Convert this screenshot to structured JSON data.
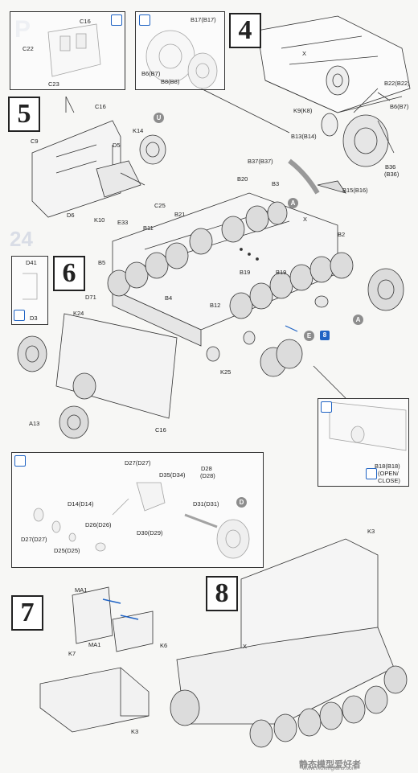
{
  "steps": [
    "4",
    "5",
    "6",
    "7",
    "8"
  ],
  "labels": {
    "c16a": "C16",
    "c22": "C22",
    "c23": "C23",
    "b17": "B17(B17)",
    "b6b7": "B6(B7)",
    "b8b8": "B8(B8)",
    "x1": "X",
    "b22": "B22(B22)",
    "b6b7b": "B6(B7)",
    "k9": "K9(K8)",
    "b13": "B13(B14)",
    "b36": "B36",
    "b36b": "(B36)",
    "b37": "B37(B37)",
    "b3": "B3",
    "b15": "B15(B16)",
    "c16b": "C16",
    "c9": "C9",
    "k14": "K14",
    "d5": "D5",
    "d6": "D6",
    "k10": "K10",
    "e33": "E33",
    "c25": "C25",
    "b20": "B20",
    "x2": "X",
    "b21": "B21",
    "b11": "B11",
    "b2": "B2",
    "b5": "B5",
    "b19a": "B19",
    "b19b": "B19",
    "b12": "B12",
    "b4": "B4",
    "d41": "D41",
    "d3": "D3",
    "d71": "D71",
    "k24": "K24",
    "k25": "K25",
    "a13": "A13",
    "c16c": "C16",
    "b18": "B18(B18)",
    "open": "(OPEN/",
    "close": "CLOSE)",
    "d27a": "D27(D27)",
    "d35": "D35(D34)",
    "d28": "D28",
    "d28b": "(D28)",
    "d31": "D31(D31)",
    "d30": "D30(D29)",
    "d14": "D14(D14)",
    "d26": "D26(D26)",
    "d27b": "D27(D27)",
    "d25": "D25(D25)",
    "k3a": "K3",
    "ma1a": "MA1",
    "ma1b": "MA1",
    "k7": "K7",
    "k6": "K6",
    "k3b": "K3",
    "x3": "X"
  },
  "circles": {
    "u": "U",
    "a1": "A",
    "a2": "A",
    "e": "E",
    "d": "D"
  },
  "badge_e8": "8",
  "watermark": {
    "cn": "静态模型爱好者",
    "url": "www.moxingfans.com"
  },
  "colors": {
    "blue": "#1f63c4",
    "grey": "#8d8d8d",
    "line": "#333333"
  }
}
